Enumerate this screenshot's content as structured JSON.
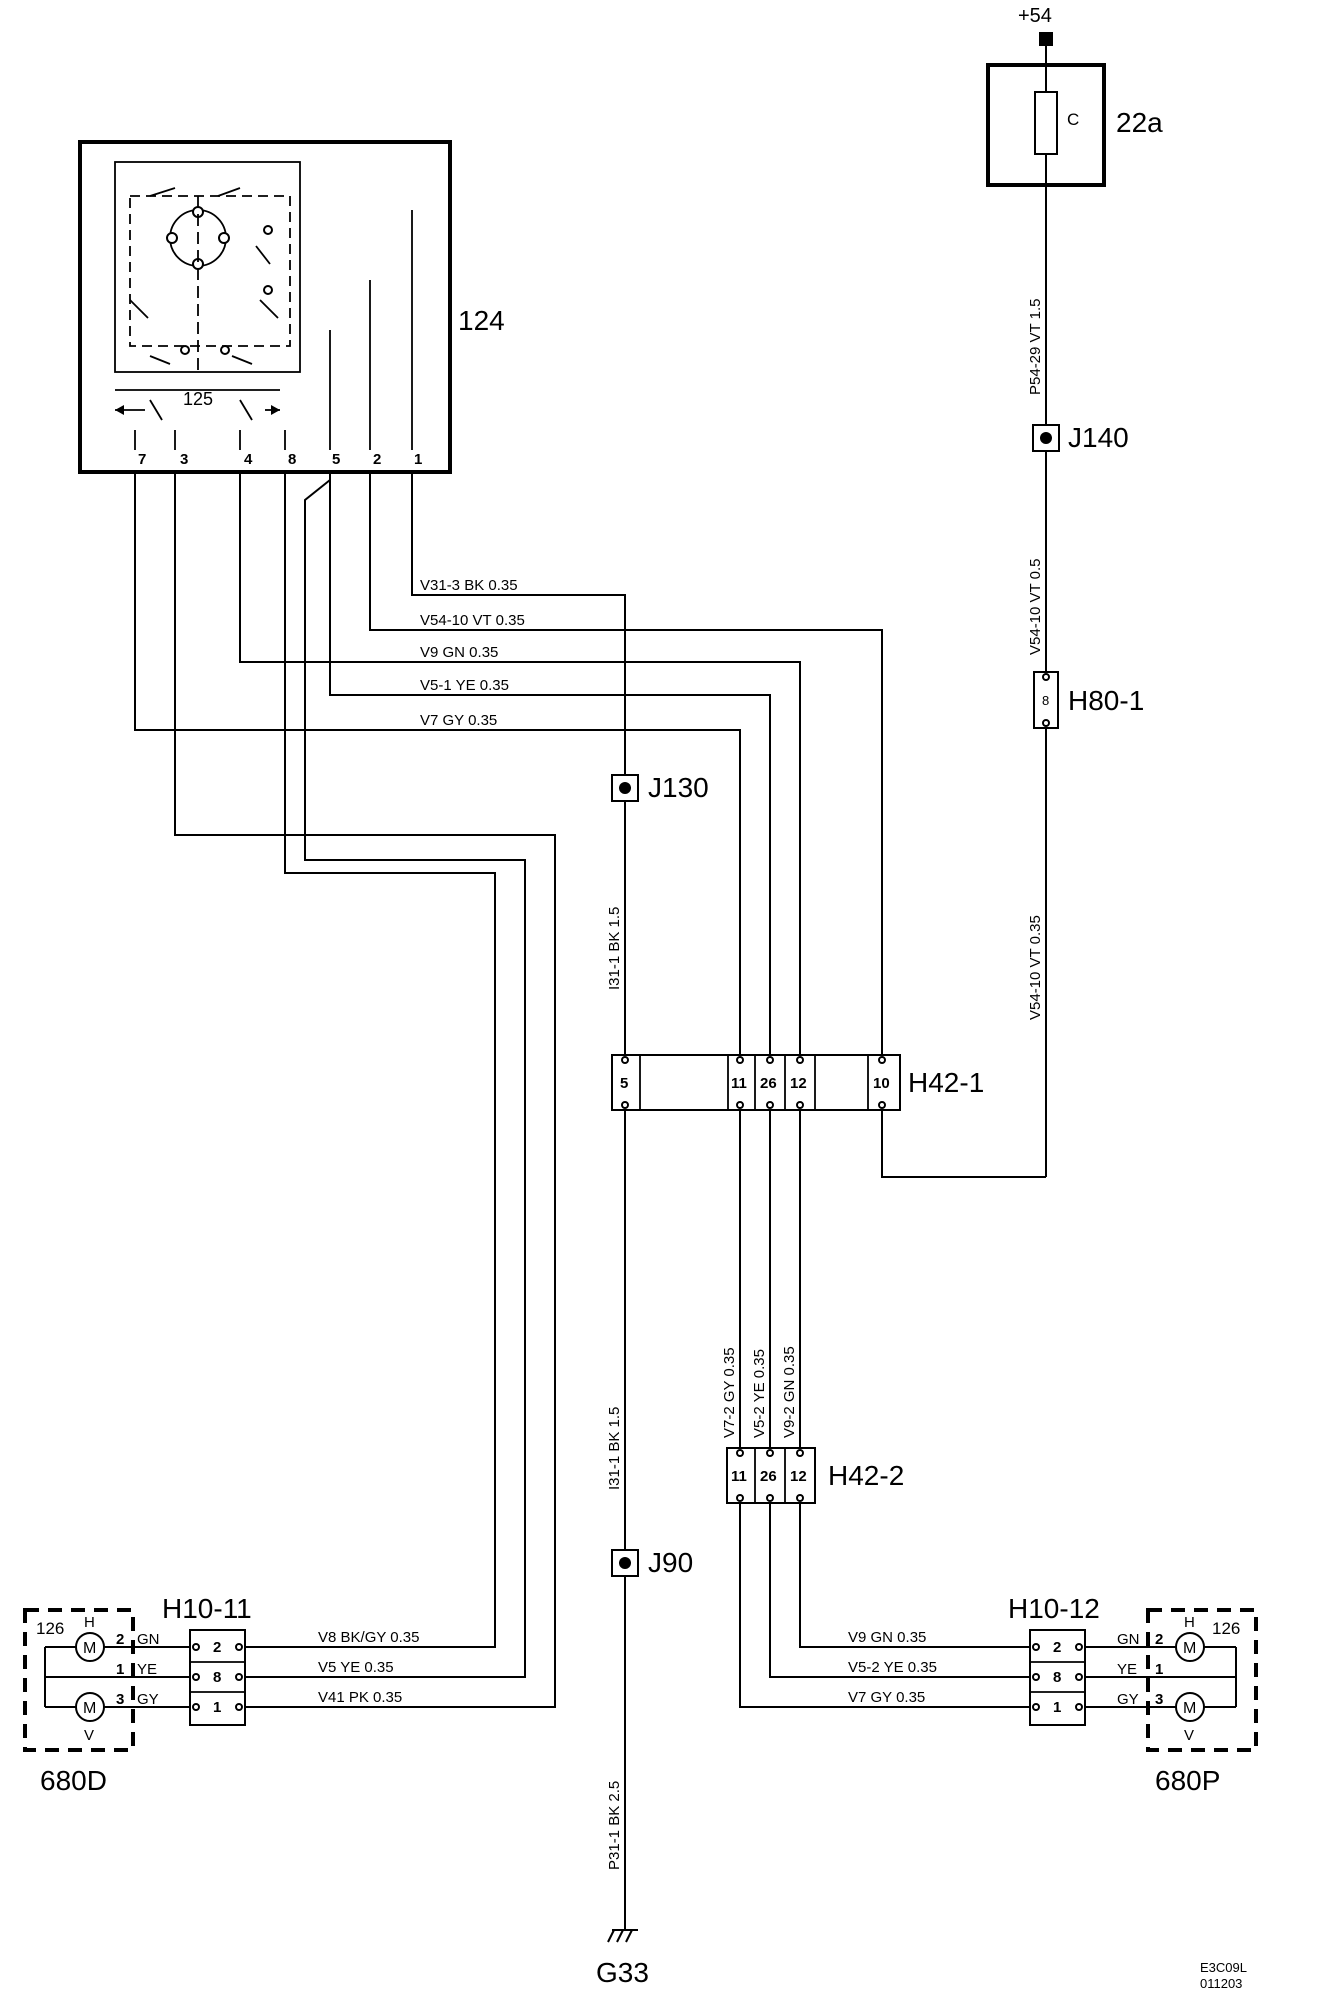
{
  "components": {
    "switch": "124",
    "switch_inner": "125",
    "fuse": "22a",
    "fuse_letter": "C",
    "supply": "+54",
    "ground": "G33",
    "mirror_motor": "126",
    "left_assembly": "680D",
    "right_assembly": "680P",
    "motor_m": "M",
    "motor_h": "H",
    "motor_v": "V",
    "ref": "E3C09L",
    "ref2": "011203"
  },
  "connectors": {
    "j140": "J140",
    "j130": "J130",
    "j90": "J90",
    "h80_1": "H80-1",
    "h42_1": "H42-1",
    "h42_2": "H42-2",
    "h10_11": "H10-11",
    "h10_12": "H10-12"
  },
  "switch_pins": [
    "7",
    "3",
    "4",
    "8",
    "5",
    "2",
    "1"
  ],
  "pins": {
    "h80_1": "8",
    "h42_1": [
      "5",
      "11",
      "26",
      "12",
      "10"
    ],
    "h42_2": [
      "11",
      "26",
      "12"
    ],
    "h10_11": [
      "2",
      "8",
      "1"
    ],
    "h10_12": [
      "2",
      "8",
      "1"
    ],
    "motor_left": [
      "2",
      "1",
      "3"
    ],
    "motor_right": [
      "2",
      "1",
      "3"
    ]
  },
  "motor_colors": {
    "left": [
      "GN",
      "YE",
      "GY"
    ],
    "right": [
      "GN",
      "YE",
      "GY"
    ]
  },
  "wires": {
    "v31_3": "V31-3  BK  0.35",
    "v54_10": "V54-10  VT  0.35",
    "v9": "V9  GN  0.35",
    "v5_1": "V5-1  YE  0.35",
    "v7": "V7  GY  0.35",
    "p54_29": "P54-29  VT  1.5",
    "v54_10_a": "V54-10  VT  0.5",
    "v54_10_b": "V54-10  VT  0.35",
    "i31_1_a": "I31-1  BK  1.5",
    "i31_1_b": "I31-1  BK  1.5",
    "p31_1": "P31-1  BK  2.5",
    "v7_2": "V7-2  GY  0.35",
    "v5_2": "V5-2  YE  0.35",
    "v9_2": "V9-2  GN  0.35",
    "v8_l": "V8  BK/GY  0.35",
    "v5_l": "V5  YE  0.35",
    "v41_l": "V41  PK  0.35",
    "v9_r": "V9  GN  0.35",
    "v5_2_r": "V5-2  YE  0.35",
    "v7_r": "V7  GY  0.35"
  }
}
